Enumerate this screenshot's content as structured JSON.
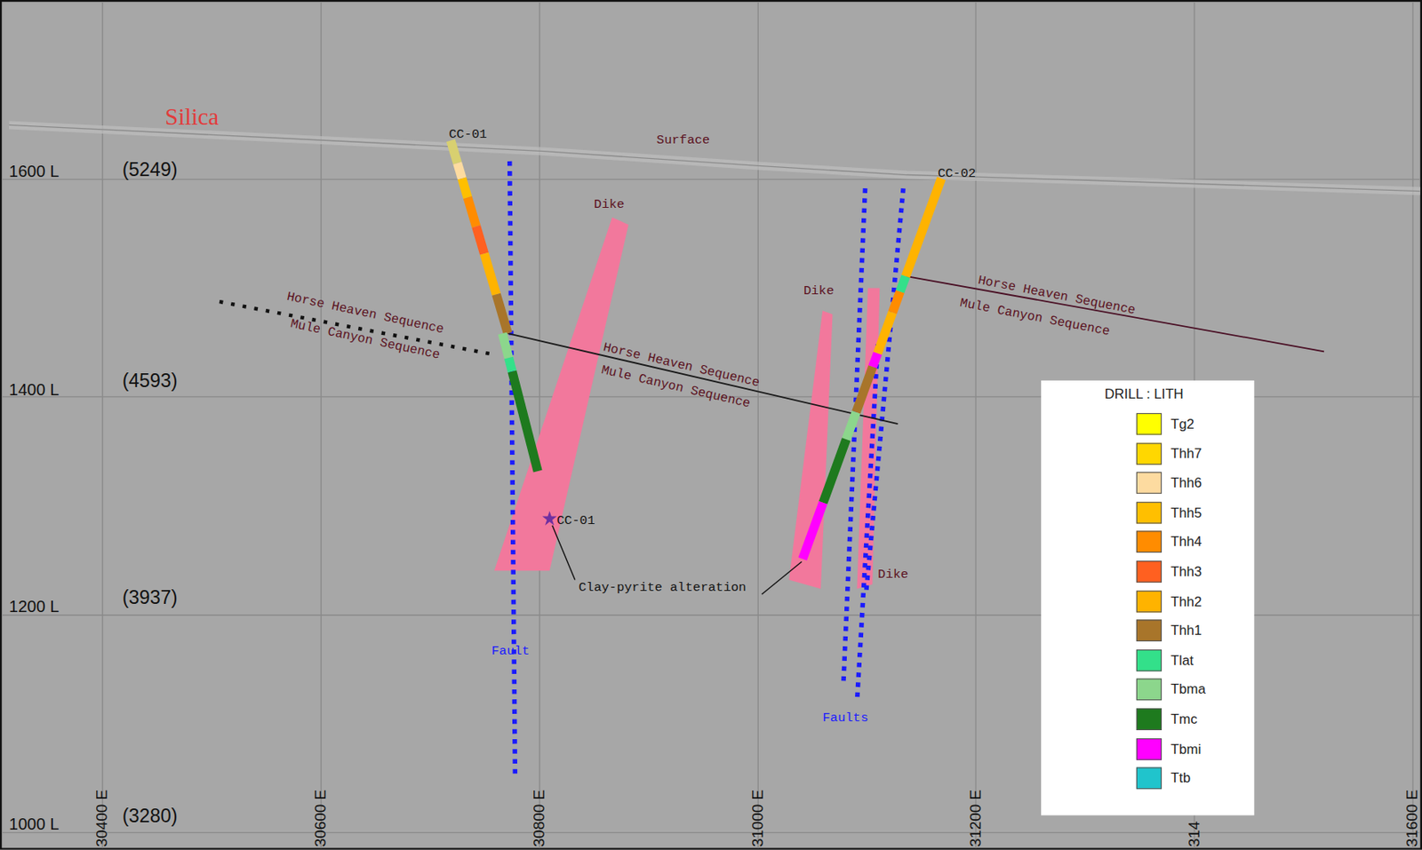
{
  "diagram": {
    "labels": [
      "Silica",
      "1600 L",
      "(5249)",
      "1400 L",
      "(4593)",
      "1200 L",
      "(3937)",
      "1000 L",
      "(3280)",
      "CC-01",
      "Surface",
      "CC-02",
      "Dike",
      "Horse Heaven Sequence",
      "Mule Canyon Sequence",
      "Horse Heaven Sequence",
      "Mule Canyon Sequence",
      "Dike",
      "Horse Heaven Sequence",
      "Mule Canyon Sequence",
      "CC-01",
      "Clay-pyrite alteration",
      "Dike",
      "Fault",
      "Faults",
      "30400 E",
      "30600 E",
      "30800 E",
      "31000 E",
      "31200 E",
      "314",
      "31600 E",
      "DRILL : LITH"
    ],
    "legend": [
      {
        "text": "Tg2",
        "color": "#ffff00"
      },
      {
        "text": "Thh7",
        "color": "#ffd700"
      },
      {
        "text": "Thh6",
        "color": "#fddba0"
      },
      {
        "text": "Thh5",
        "color": "#ffbf00"
      },
      {
        "text": "Thh4",
        "color": "#ff8c00"
      },
      {
        "text": "Thh3",
        "color": "#ff6020"
      },
      {
        "text": "Thh2",
        "color": "#ffb300"
      },
      {
        "text": "Thh1",
        "color": "#a8752a"
      },
      {
        "text": "Tlat",
        "color": "#33e08a"
      },
      {
        "text": "Tbma",
        "color": "#8cd68c"
      },
      {
        "text": "Tmc",
        "color": "#1e7a1e"
      },
      {
        "text": "Tbmi",
        "color": "#ff00ff"
      },
      {
        "text": "Ttb",
        "color": "#20c4cc"
      }
    ]
  }
}
